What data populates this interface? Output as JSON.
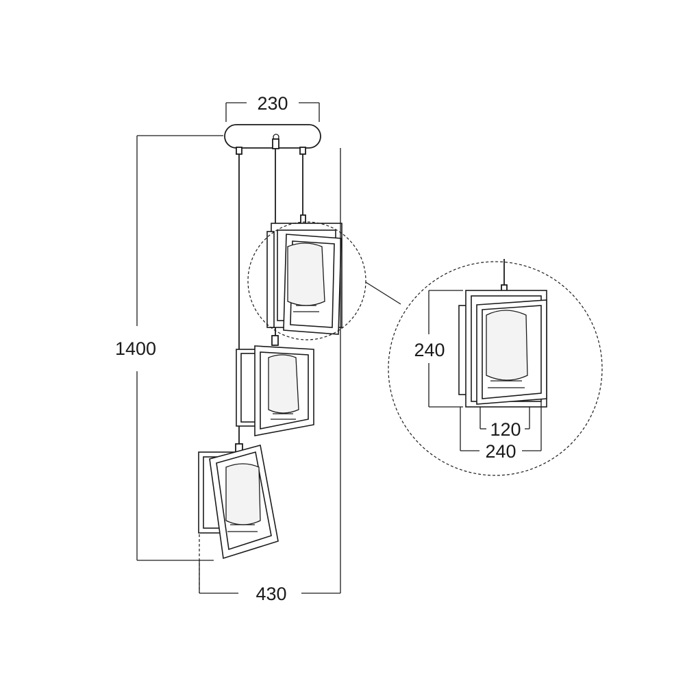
{
  "dimensions": {
    "canopy_width": "230",
    "total_height": "1400",
    "total_width": "430",
    "detail_height": "240",
    "detail_inner_width": "120",
    "detail_outer_width": "240"
  },
  "colors": {
    "line": "#1a1a1a",
    "background": "#ffffff",
    "shade": "#f3f3f3"
  }
}
